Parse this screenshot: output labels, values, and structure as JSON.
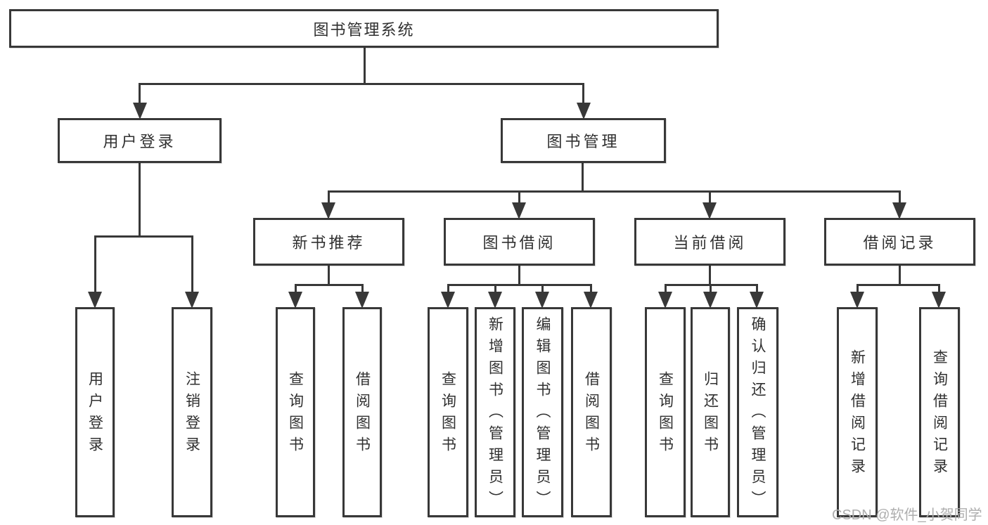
{
  "tree": {
    "root": "图书管理系统",
    "user": {
      "label": "用户登录",
      "children": [
        "用户登录",
        "注销登录"
      ]
    },
    "mgmt": {
      "label": "图书管理",
      "groups": [
        {
          "label": "新书推荐",
          "children": [
            "查询图书",
            "借阅图书"
          ]
        },
        {
          "label": "图书借阅",
          "children": [
            "查询图书",
            "新增图书（管理员）",
            "编辑图书（管理员）",
            "借阅图书"
          ]
        },
        {
          "label": "当前借阅",
          "children": [
            "查询图书",
            "归还图书",
            "确认归还（管理员）"
          ]
        },
        {
          "label": "借阅记录",
          "children": [
            "新增借阅记录",
            "查询借阅记录"
          ]
        }
      ]
    }
  },
  "watermark": "CSDN @软件_小贺同学",
  "colors": {
    "line": "#383838",
    "text": "#303030",
    "watermark": "#aeaeae",
    "background": "#ffffff"
  }
}
